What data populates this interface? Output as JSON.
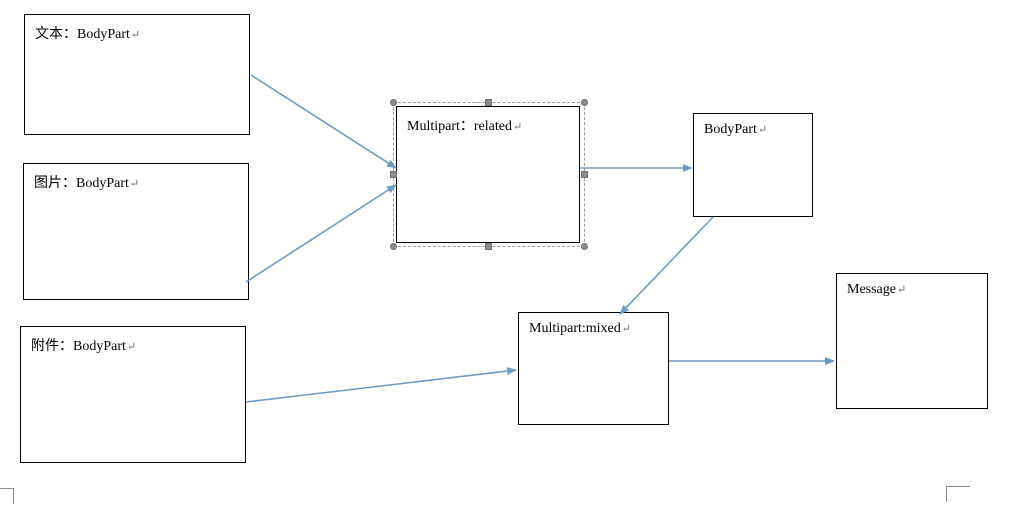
{
  "diagram": {
    "nodes": {
      "text_part": {
        "label": "文本：BodyPart"
      },
      "image_part": {
        "label": "图片：BodyPart"
      },
      "attachment_part": {
        "label": "附件：BodyPart"
      },
      "multipart_related": {
        "label": "Multipart：related"
      },
      "body_part": {
        "label": "BodyPart"
      },
      "multipart_mixed": {
        "label": "Multipart:mixed"
      },
      "message": {
        "label": "Message"
      }
    },
    "paragraph_mark": "↵",
    "edges": [
      {
        "from": "text_part",
        "to": "multipart_related"
      },
      {
        "from": "image_part",
        "to": "multipart_related"
      },
      {
        "from": "multipart_related",
        "to": "body_part"
      },
      {
        "from": "body_part",
        "to": "multipart_mixed"
      },
      {
        "from": "attachment_part",
        "to": "multipart_mixed"
      },
      {
        "from": "multipart_mixed",
        "to": "message"
      }
    ],
    "colors": {
      "arrow": "#6f9ac4",
      "border": "#000000",
      "selection": "#8c8c8c"
    }
  }
}
